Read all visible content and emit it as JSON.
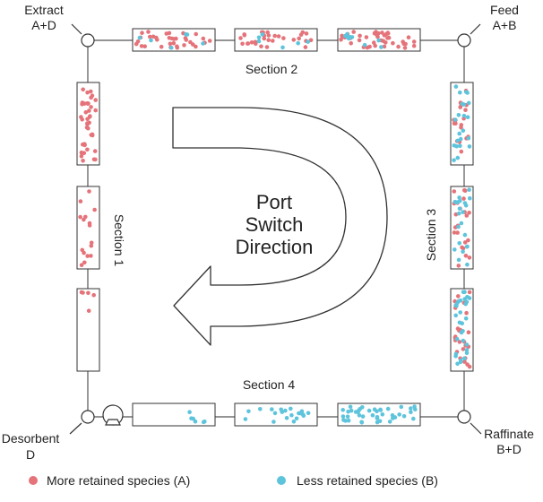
{
  "ports": {
    "extract": {
      "name": "Extract",
      "stream": "A+D"
    },
    "feed": {
      "name": "Feed",
      "stream": "A+B"
    },
    "desorbent": {
      "name": "Desorbent",
      "stream": "D"
    },
    "raffinate": {
      "name": "Raffinate",
      "stream": "B+D"
    }
  },
  "sections": {
    "s1": "Section 1",
    "s2": "Section 2",
    "s3": "Section 3",
    "s4": "Section 4"
  },
  "center": {
    "line1": "Port",
    "line2": "Switch",
    "line3": "Direction"
  },
  "legend": {
    "a_label": "More retained species (A)",
    "b_label": "Less retained species (B)"
  },
  "colors": {
    "species_a": "#e5737a",
    "species_b": "#5ec4dc",
    "outline": "#333333"
  }
}
